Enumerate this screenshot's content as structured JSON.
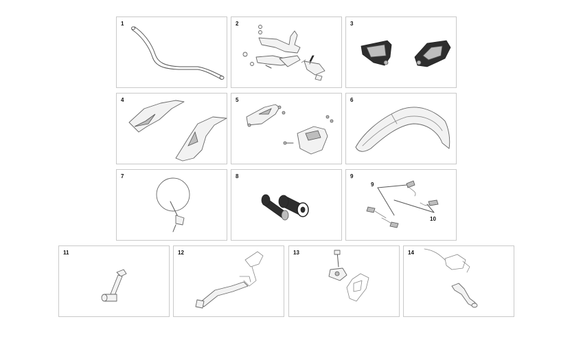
{
  "parts": [
    {
      "number": "1",
      "icon": "handlebar-icon"
    },
    {
      "number": "2",
      "icon": "footpeg-bracket-kit-icon"
    },
    {
      "number": "3",
      "icon": "footpegs-icon"
    },
    {
      "number": "4",
      "icon": "radiator-shrouds-icon"
    },
    {
      "number": "5",
      "icon": "hand-guards-icon"
    },
    {
      "number": "6",
      "icon": "front-fender-icon"
    },
    {
      "number": "7",
      "icon": "mirror-icon"
    },
    {
      "number": "8",
      "icon": "grips-icon"
    },
    {
      "number": "9",
      "icon": "turn-signals-icon",
      "callouts": [
        "9",
        "10"
      ]
    },
    {
      "number": "11",
      "icon": "kickstart-lever-icon"
    },
    {
      "number": "12",
      "icon": "shift-lever-icon"
    },
    {
      "number": "13",
      "icon": "clutch-assembly-icon"
    },
    {
      "number": "14",
      "icon": "brake-lever-icon"
    }
  ]
}
